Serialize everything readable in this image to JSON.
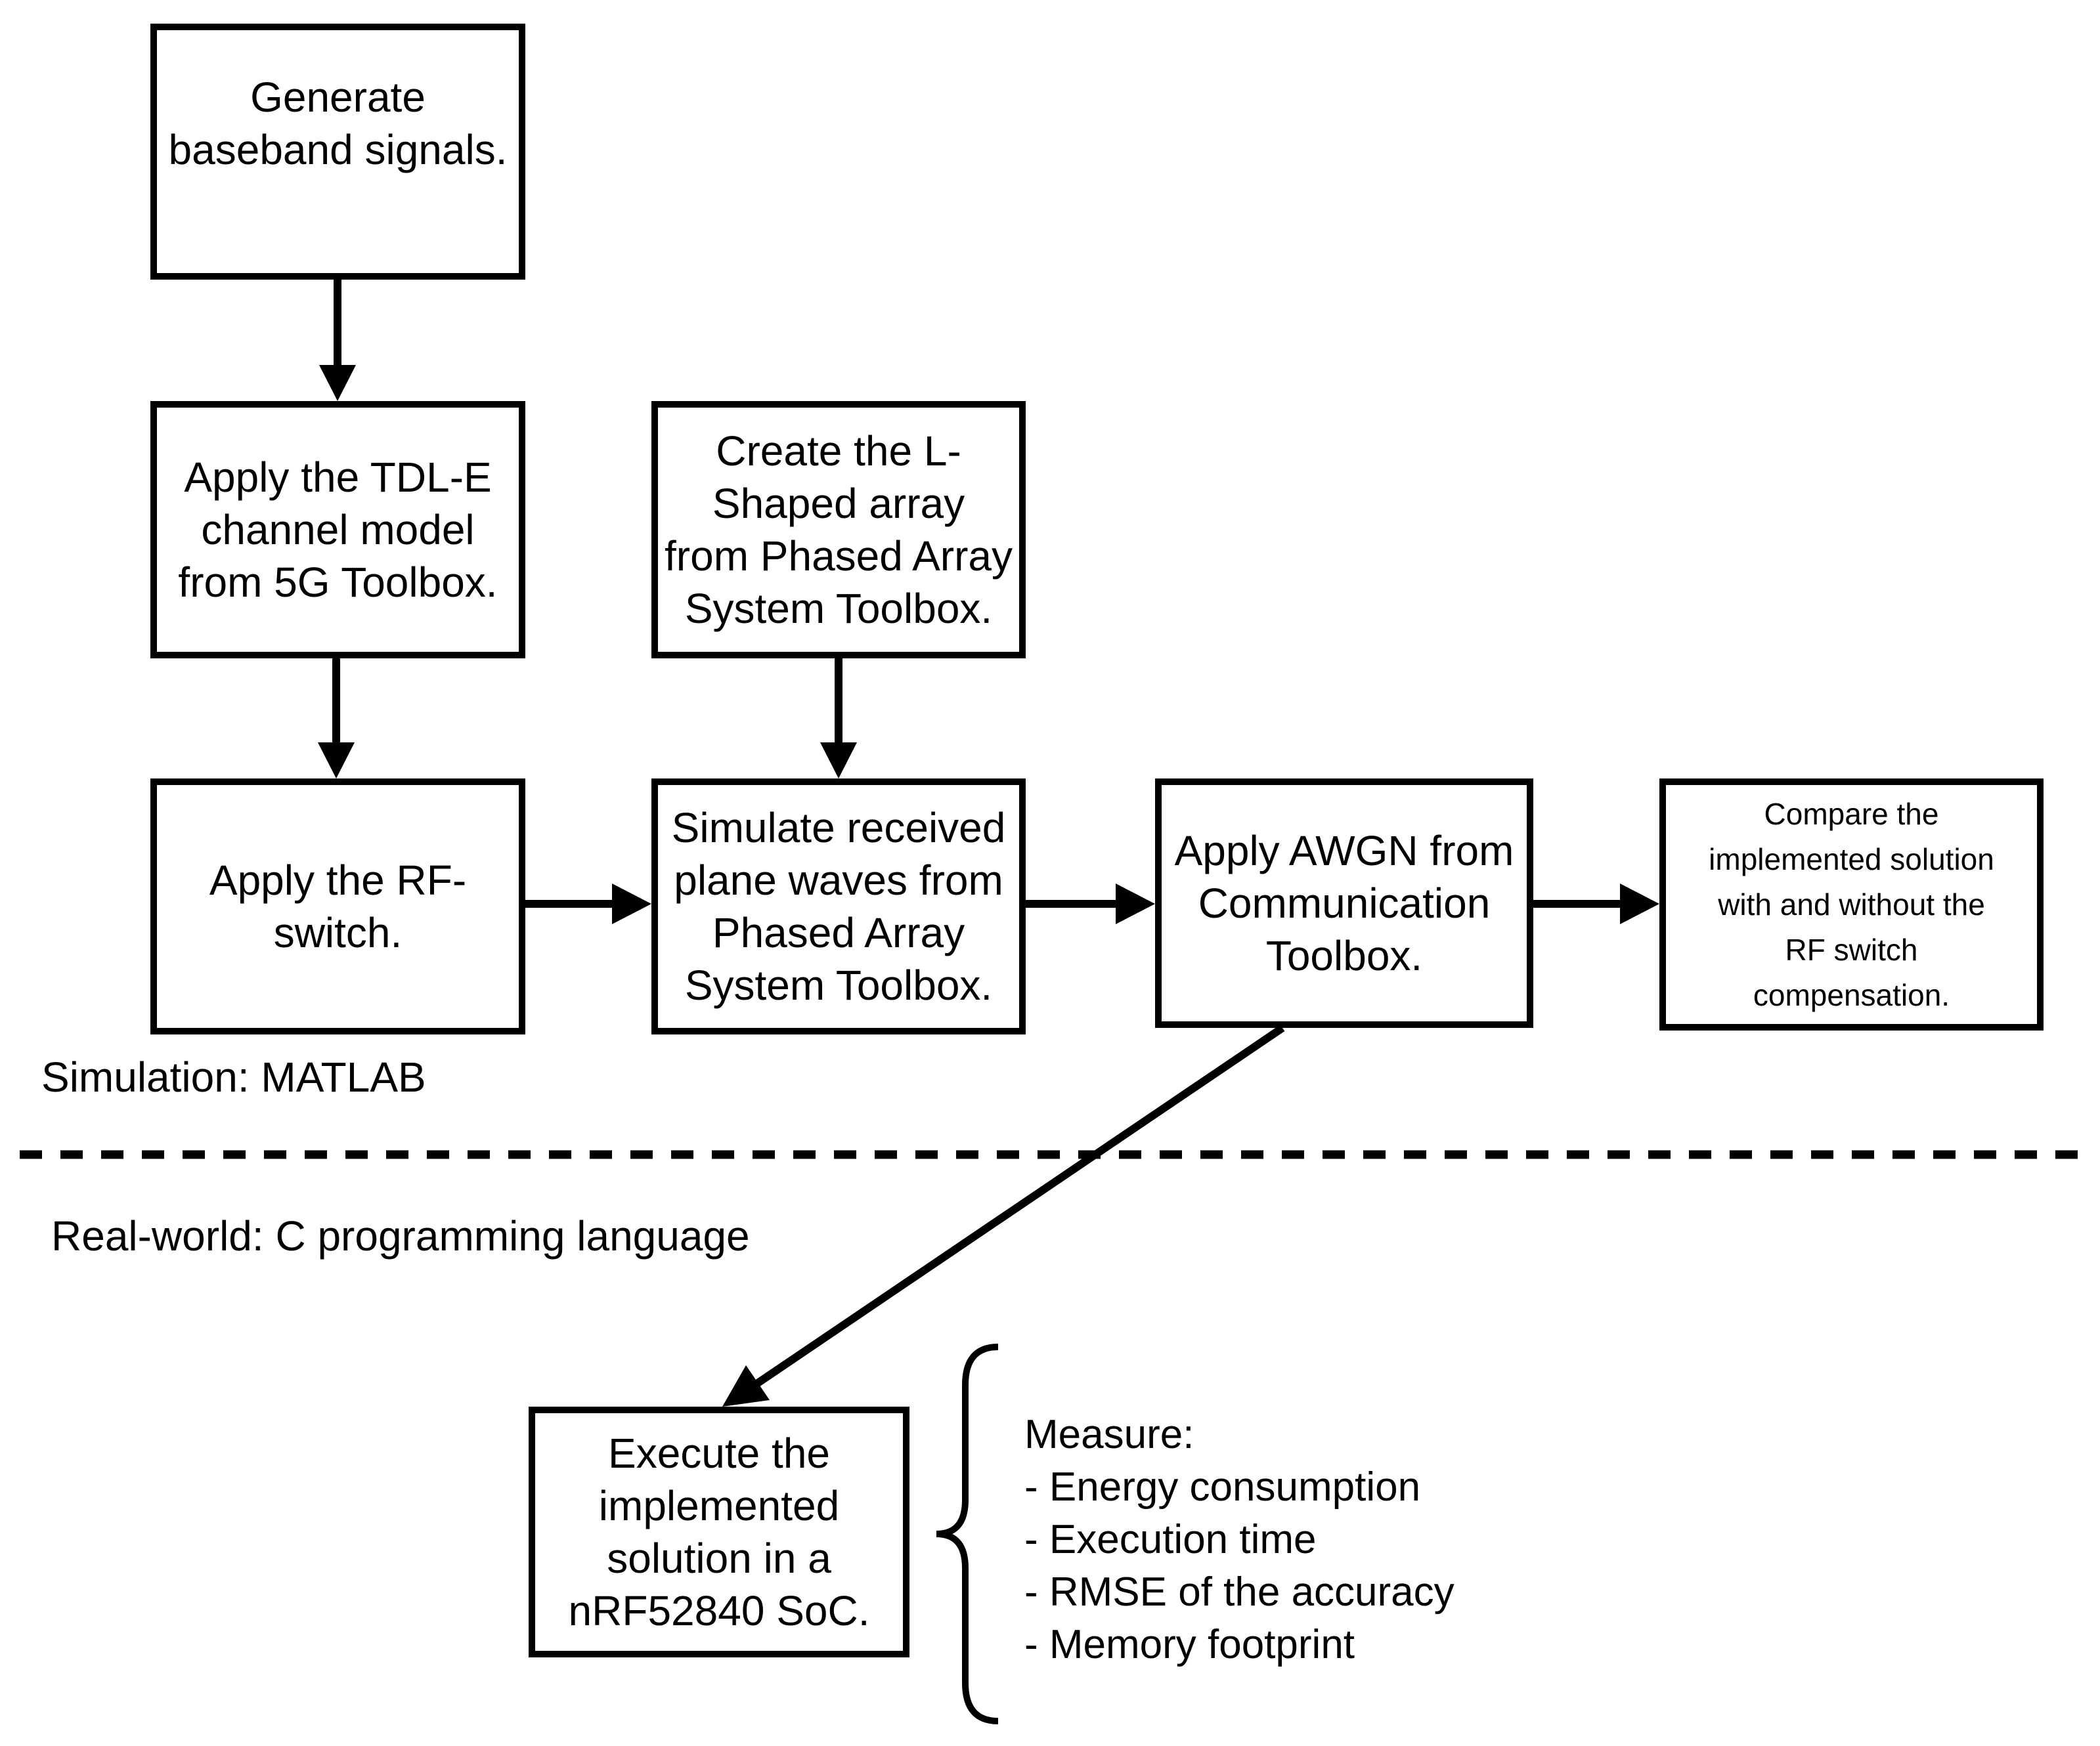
{
  "diagram": {
    "background_color": "#ffffff",
    "line_color": "#000000",
    "boxes": {
      "generate": {
        "text": "Generate\nbaseband signals."
      },
      "tdl": {
        "text": "Apply the TDL-E\nchannel model\nfrom 5G Toolbox."
      },
      "rf_switch": {
        "text": "Apply the RF-\nswitch."
      },
      "l_shaped": {
        "text": "Create the L-\nShaped array\nfrom Phased Array\nSystem Toolbox."
      },
      "simulate": {
        "text": "Simulate received\nplane waves from\nPhased Array\nSystem Toolbox."
      },
      "awgn": {
        "text": "Apply AWGN from\nCommunication\nToolbox."
      },
      "compare": {
        "text": "Compare the\nimplemented solution\nwith and without the\nRF switch\ncompensation."
      },
      "execute": {
        "text": "Execute the\nimplemented\nsolution in a\nnRF52840 SoC."
      }
    },
    "labels": {
      "simulation": "Simulation: MATLAB",
      "real_world": "Real-world: C programming language",
      "measure": "Measure:\n- Energy consumption\n- Execution time\n- RMSE of the accuracy\n- Memory footprint"
    }
  }
}
